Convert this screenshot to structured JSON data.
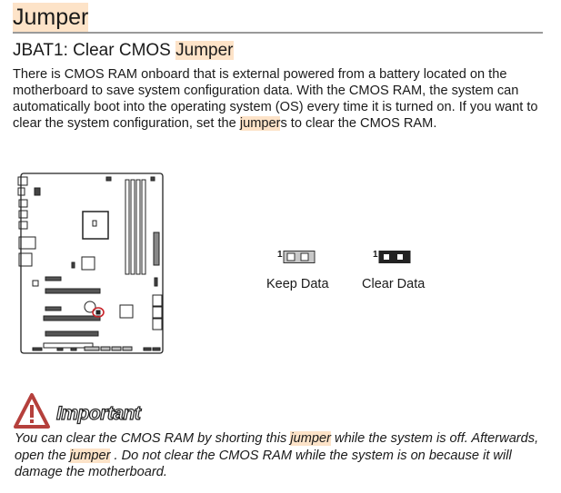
{
  "section_title": "Jumper",
  "subtitle": {
    "prefix": "JBAT1: Clear CMOS ",
    "highlight": "Jumper"
  },
  "intro": {
    "part1": "There is CMOS RAM onboard that is external powered from a battery located on the motherboard to save system configuration data. With the CMOS RAM, the system can automatically boot into the operating system (OS) every time it is turned on.  If you want to clear the system configuration, set the ",
    "highlight": "jumper",
    "part2": "s to clear the CMOS RAM."
  },
  "jumpers": [
    {
      "pin_label": "1",
      "label": "Keep Data",
      "state": "open"
    },
    {
      "pin_label": "1",
      "label": "Clear Data",
      "state": "shorted"
    }
  ],
  "important": {
    "label": "Important",
    "text1": "You can clear the CMOS RAM by shorting this ",
    "hl1": "jumper",
    "text2": " while the system is off. Afterwards, open the ",
    "hl2": "jumper",
    "text3": " . Do not clear the CMOS RAM while the system is on because it will damage the motherboard."
  },
  "colors": {
    "highlight": "#fde3c8",
    "warning": "#b5403c",
    "marker": "#c8242a"
  }
}
